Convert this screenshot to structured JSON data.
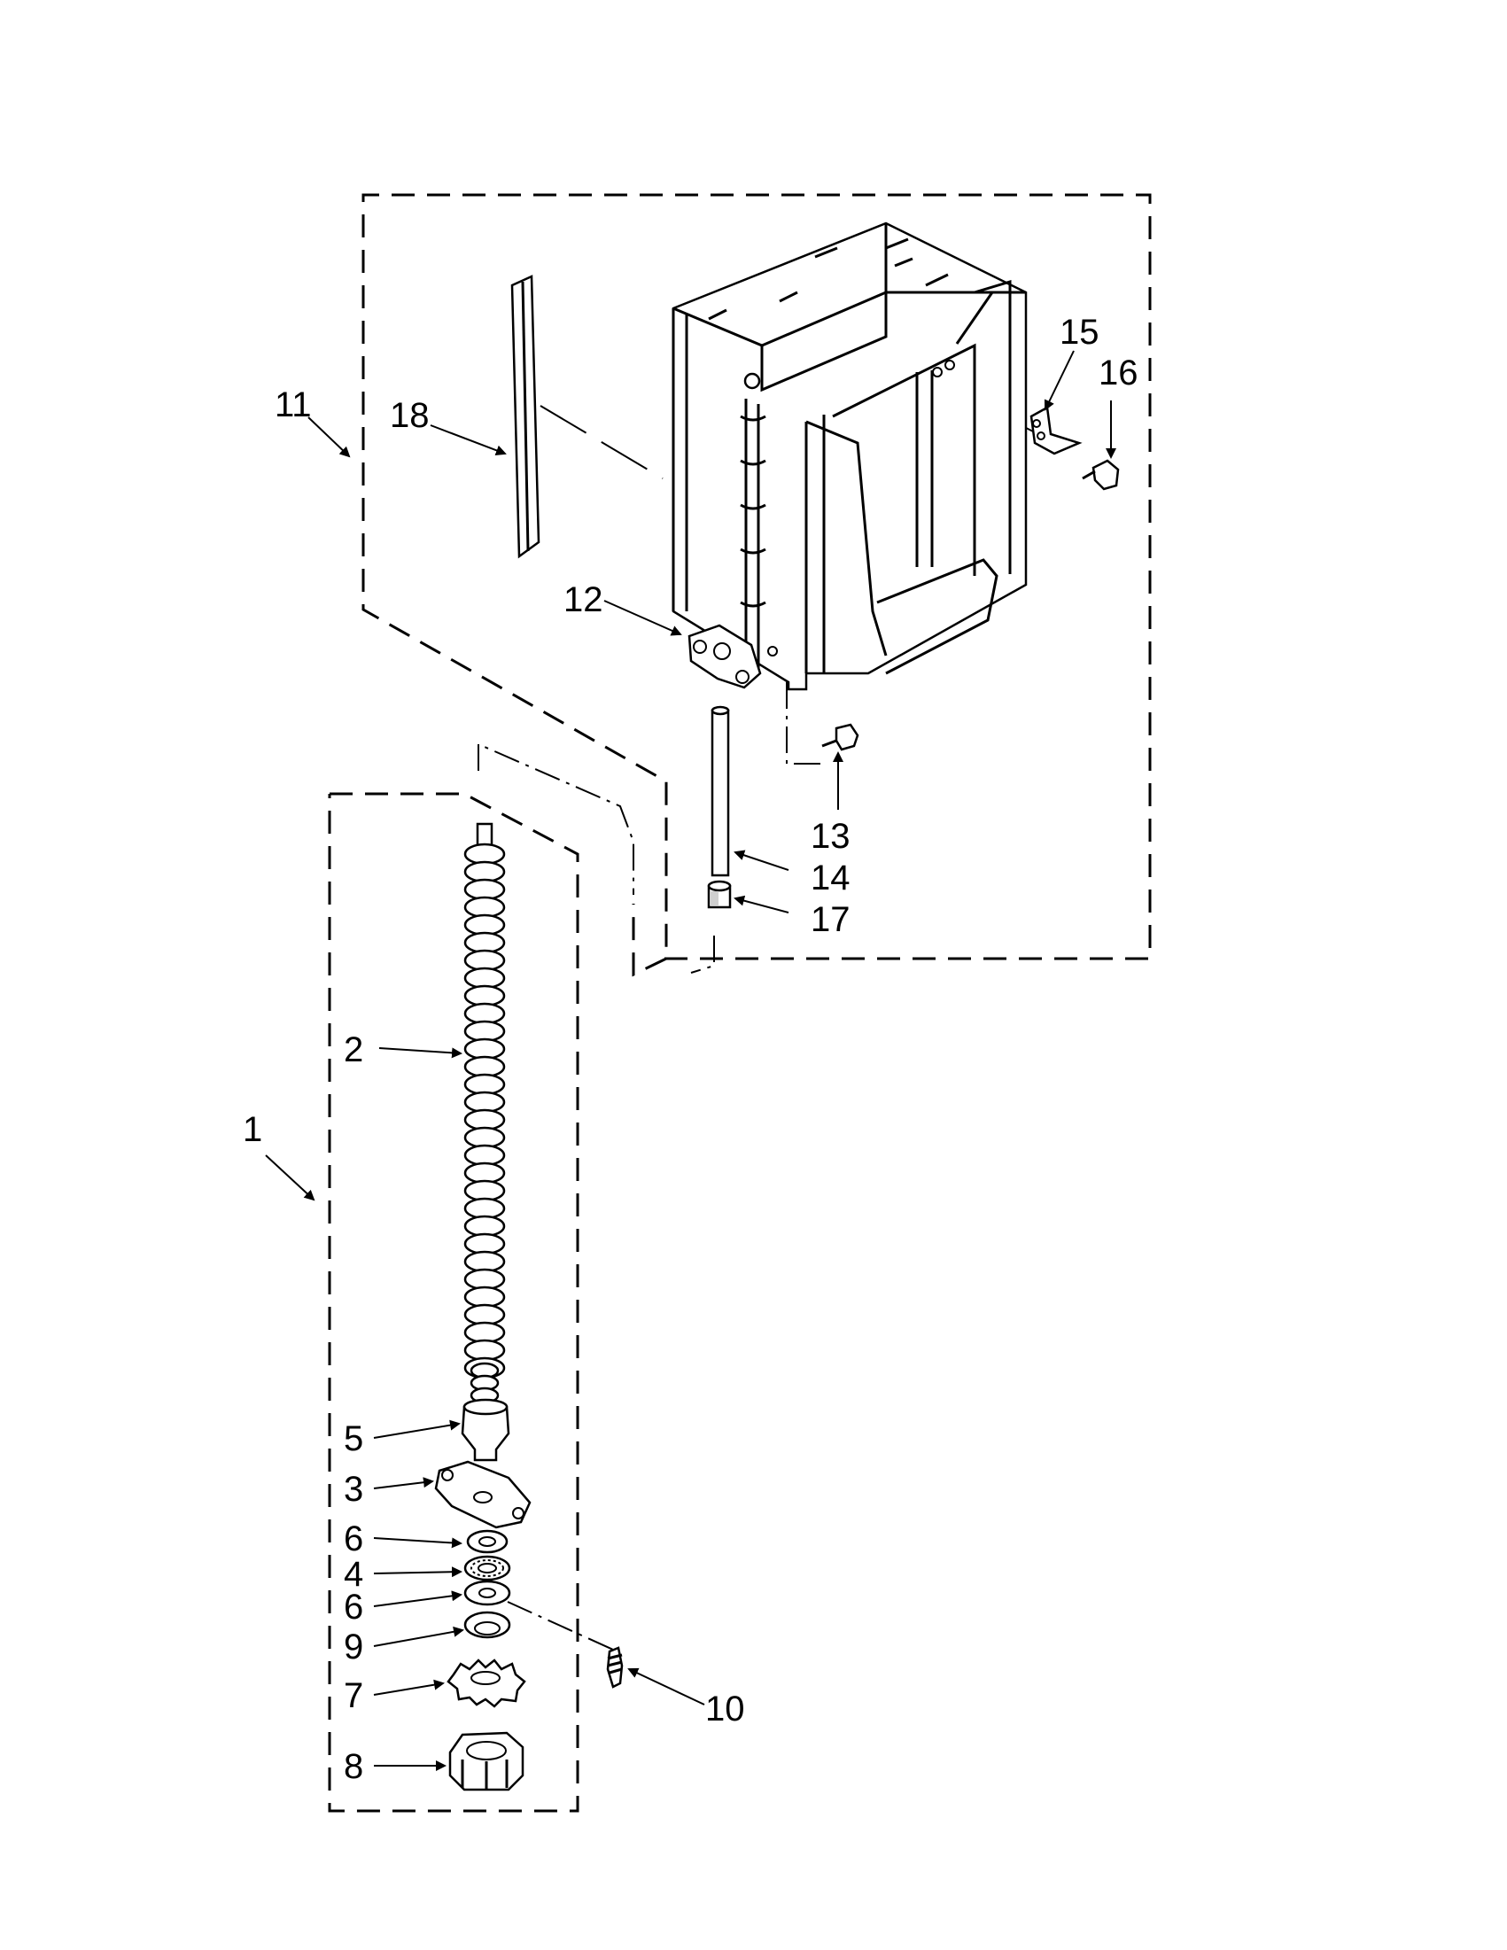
{
  "callouts": [
    {
      "id": "1",
      "text": "1"
    },
    {
      "id": "2",
      "text": "2"
    },
    {
      "id": "3",
      "text": "3"
    },
    {
      "id": "4",
      "text": "4"
    },
    {
      "id": "5",
      "text": "5"
    },
    {
      "id": "6a",
      "text": "6"
    },
    {
      "id": "6b",
      "text": "6"
    },
    {
      "id": "7",
      "text": "7"
    },
    {
      "id": "8",
      "text": "8"
    },
    {
      "id": "9",
      "text": "9"
    },
    {
      "id": "10",
      "text": "10"
    },
    {
      "id": "11",
      "text": "11"
    },
    {
      "id": "12",
      "text": "12"
    },
    {
      "id": "13",
      "text": "13"
    },
    {
      "id": "14",
      "text": "14"
    },
    {
      "id": "15",
      "text": "15"
    },
    {
      "id": "16",
      "text": "16"
    },
    {
      "id": "17",
      "text": "17"
    },
    {
      "id": "18",
      "text": "18"
    }
  ]
}
